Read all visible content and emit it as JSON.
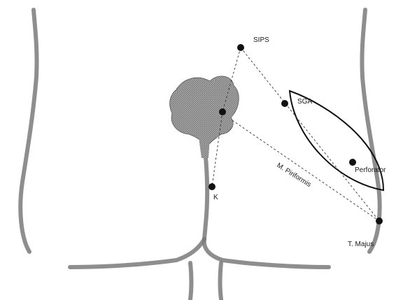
{
  "labels": {
    "sips": "SIPS",
    "sga": "SGA",
    "perforator": "Perforator",
    "k": "K",
    "piriformis": "M. Piriformis",
    "t_majus": "T. Majus"
  },
  "colors": {
    "outline": "#7a7a7a",
    "defect": "#9a9a9a",
    "ink": "#111111"
  }
}
